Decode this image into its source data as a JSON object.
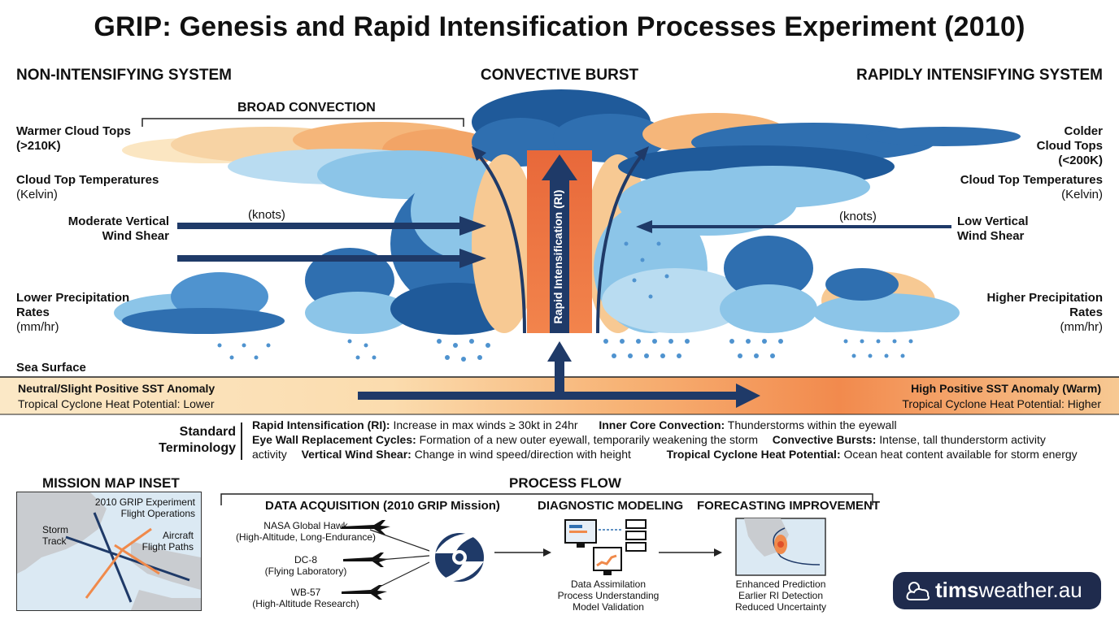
{
  "title": "GRIP: Genesis and Rapid Intensification Processes Experiment (2010)",
  "headers": {
    "left": "NON-INTENSIFYING SYSTEM",
    "center": "CONVECTIVE BURST",
    "right": "RAPIDLY INTENSIFYING SYSTEM"
  },
  "broad_convection": "BROAD CONVECTION",
  "left_labels": {
    "warmer_tops_1": "Warmer Cloud Tops",
    "warmer_tops_2": "(>210K)",
    "cloud_temp_1": "Cloud Top Temperatures",
    "cloud_temp_2": "(Kelvin)",
    "shear_1": "Moderate Vertical",
    "shear_2": "Wind Shear",
    "knots": "(knots)",
    "precip_1": "Lower Precipitation",
    "precip_2": "Rates",
    "precip_3": "(mm/hr)",
    "sea_surface": "Sea Surface"
  },
  "right_labels": {
    "colder_1": "Colder",
    "colder_2": "Cloud Tops",
    "colder_3": "(<200K)",
    "cloud_temp_1": "Cloud Top Temperatures",
    "cloud_temp_2": "(Kelvin)",
    "knots": "(knots)",
    "shear_1": "Low Vertical",
    "shear_2": "Wind Shear",
    "precip_1": "Higher Precipitation",
    "precip_2": "Rates",
    "precip_3": "(mm/hr)"
  },
  "ri_arrow_label": "Rapid Intensification (RI)",
  "sst": {
    "left_1": "Neutral/Slight Positive SST Anomaly",
    "left_2": "Tropical Cyclone Heat Potential: Lower",
    "right_1": "High Positive SST Anomaly (Warm)",
    "right_2": "Tropical Cyclone Heat Potential: Higher"
  },
  "terminology": {
    "title_1": "Standard",
    "title_2": "Terminology",
    "row1": [
      {
        "term": "Rapid Intensification (RI):",
        "def": " Increase in max winds ≥ 30kt in 24hr"
      },
      {
        "term": "Inner Core Convection:",
        "def": " Thunderstorms within the eyewall"
      }
    ],
    "row2": [
      {
        "term": "Eye Wall Replacement Cycles:",
        "def": " Formation of a new outer eyewall, temporarily weakening the storm"
      },
      {
        "term": "Convective Bursts:",
        "def": " Intense, tall thunderstorm activity"
      }
    ],
    "row3_prefix": "activity",
    "row3": [
      {
        "term": "Vertical Wind Shear:",
        "def": " Change in wind speed/direction with height"
      },
      {
        "term": "Tropical Cyclone Heat Potential:",
        "def": " Ocean heat content available for storm energy"
      }
    ]
  },
  "map_inset": {
    "title": "MISSION MAP INSET",
    "caption_1": "2010 GRIP Experiment",
    "caption_2": "Flight Operations",
    "storm_1": "Storm",
    "storm_2": "Track",
    "aircraft_1": "Aircraft",
    "aircraft_2": "Flight Paths"
  },
  "process_flow": {
    "title": "PROCESS FLOW",
    "data_acq": "DATA ACQUISITION (2010 GRIP Mission)",
    "diag": "DIAGNOSTIC MODELING",
    "forecast": "FORECASTING IMPROVEMENT",
    "aircraft": [
      {
        "name": "NASA Global Hawk",
        "desc": "(High-Altitude, Long-Endurance)"
      },
      {
        "name": "DC-8",
        "desc": "(Flying Laboratory)"
      },
      {
        "name": "WB-57",
        "desc": "(High-Altitude Research)"
      }
    ],
    "diag_items": [
      "Data Assimilation",
      "Process Understanding",
      "Model Validation"
    ],
    "forecast_items": [
      "Enhanced Prediction",
      "Earlier RI Detection",
      "Reduced Uncertainty"
    ]
  },
  "logo": {
    "bold": "tims",
    "rest": "weather.au"
  },
  "colors": {
    "dark_blue": "#1f3a68",
    "mid_blue": "#2f6fb0",
    "light_blue": "#8cc5e8",
    "orange": "#f08a4b",
    "light_orange": "#f7c08a",
    "cream": "#fbe6c2"
  }
}
